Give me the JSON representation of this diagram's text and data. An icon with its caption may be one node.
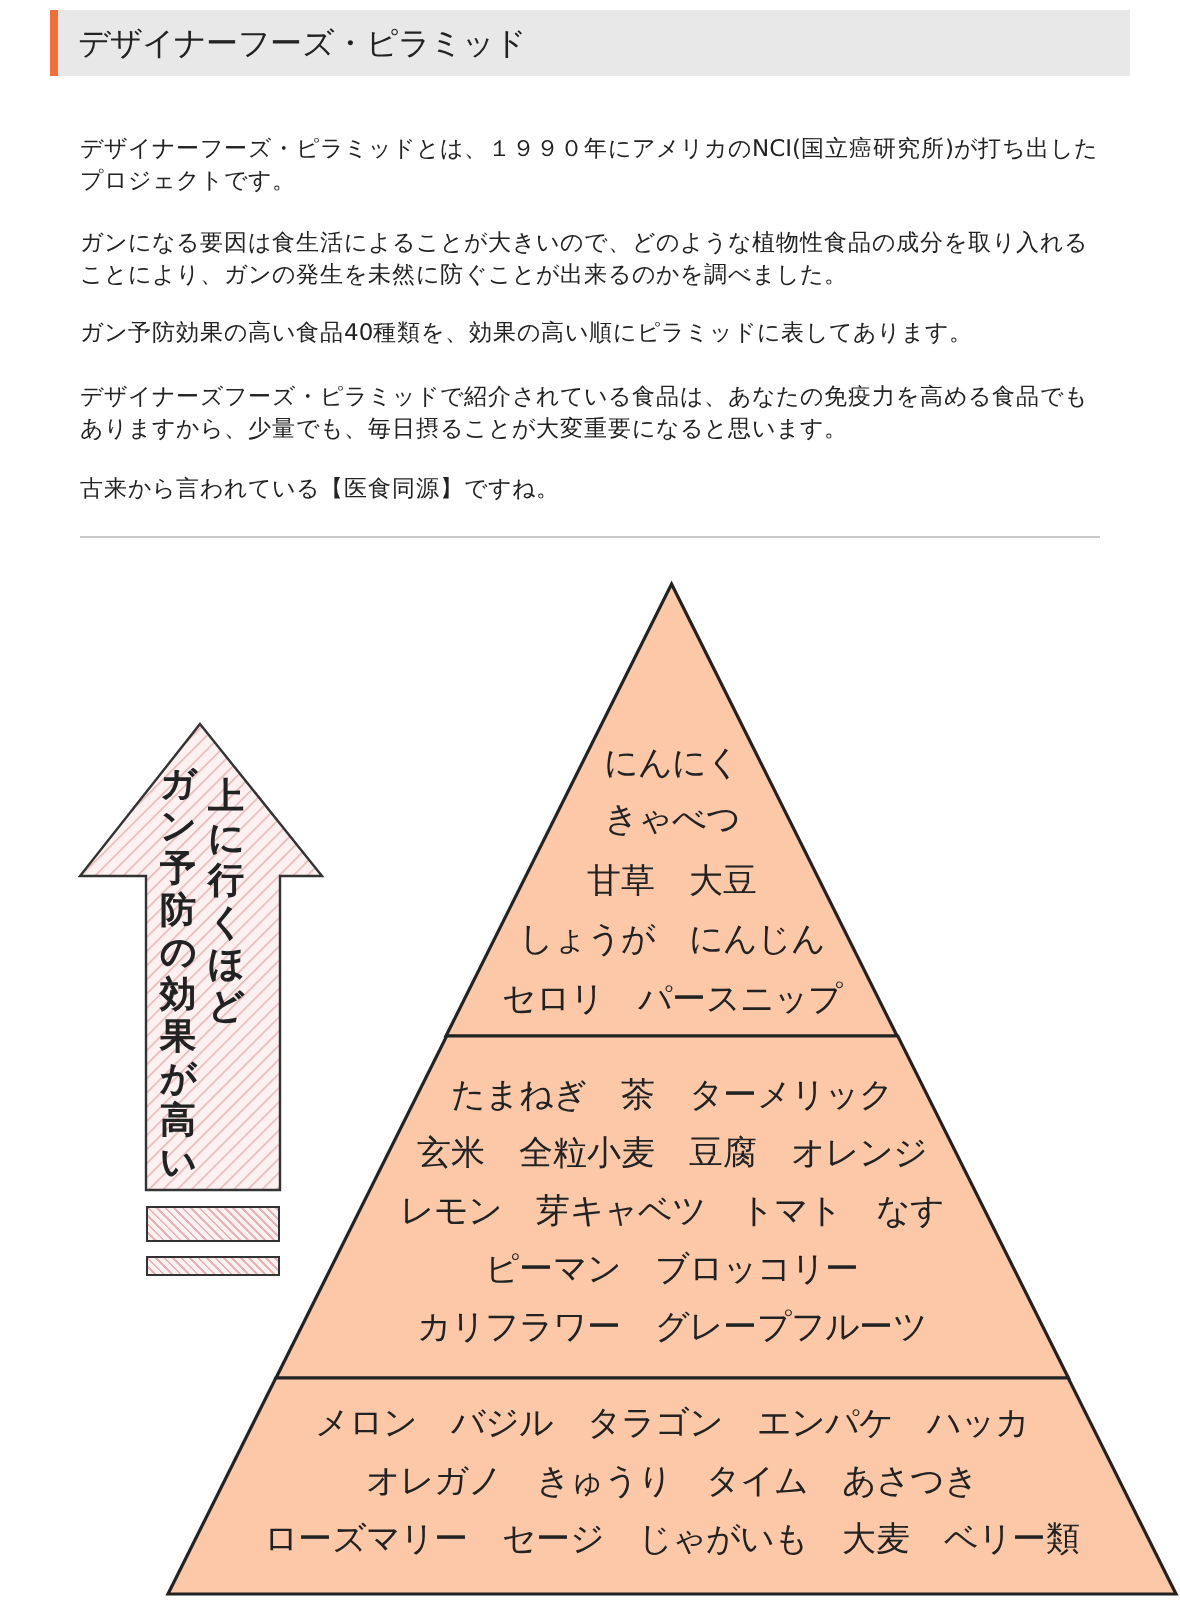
{
  "diagram": {
    "title": "デザイナーフーズ・ピラミッド",
    "nodes": [
      {
        "text": [
          "ガン予防の効果が高い",
          "上に行くほど"
        ]
      },
      {
        "text": [
          "にんにく",
          "きゃべつ",
          "甘草　大豆",
          "しょうが　にんじん",
          "セロリ　パースニップ"
        ]
      },
      {
        "text": [
          "たまねぎ　茶　ターメリック",
          "玄米　全粒小麦　豆腐　オレンジ",
          "レモン　芽キャベツ　トマト　なす",
          "ピーマン　ブロッコリー",
          "カリフラワー　グレープフルーツ"
        ]
      },
      {
        "text": [
          "メロン　バジル　タラゴン　エンパケ　ハッカ",
          "オレガノ　きゅうり　タイム　あさつき",
          "ローズマリー　セージ　じゃがいも　大麦　ベリー類"
        ]
      }
    ],
    "labels": [
      "デザイナーフーズ・ピラミッドとは、１９９０年にアメリカのNCI(国立癌研究所)が打ち出したプロジェクトです。",
      "ガンになる要因は食生活によることが大きいので、どのような植物性食品の成分を取り入れることにより、ガンの発生を未然に防ぐことが出来るのかを調べました。",
      "ガン予防効果の高い食品40種類を、効果の高い順にピラミッドに表してあります。",
      "デザイナーズフーズ・ピラミッドで紹介されている食品は、あなたの免疫力を高める食品でもありますから、少量でも、毎日摂ることが大変重要になると思います。",
      "古来から言われている【医食同源】ですね。"
    ]
  }
}
